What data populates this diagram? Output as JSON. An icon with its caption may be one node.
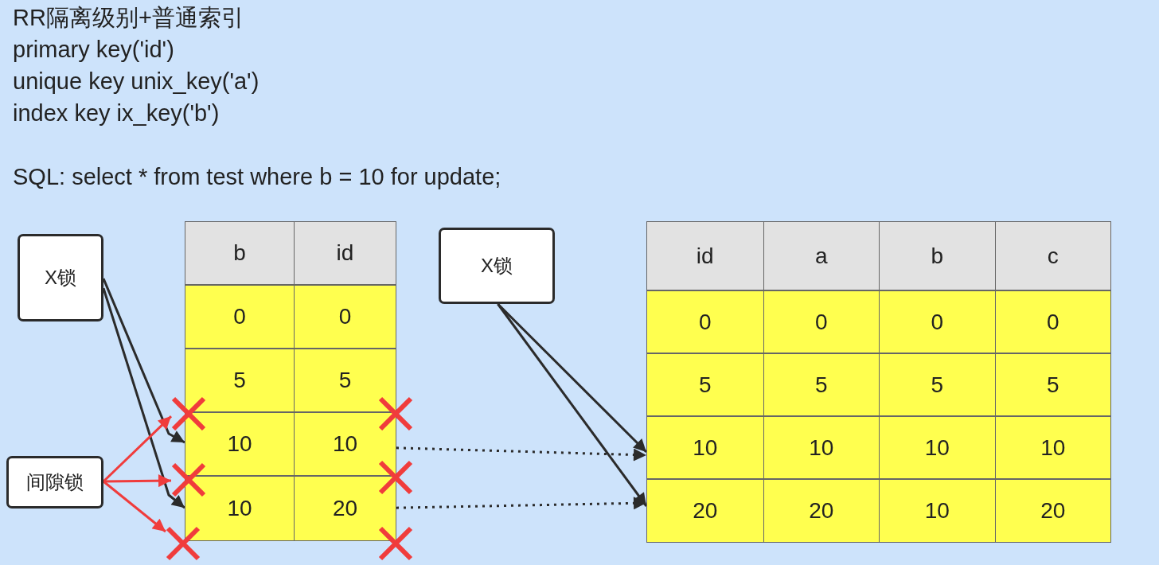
{
  "diagram": {
    "title": "RR隔离级别+普通索引",
    "nodes": [
      {
        "text": [
          "X锁"
        ]
      },
      {
        "text": [
          "间隙锁"
        ]
      },
      {
        "text": [
          "b",
          "id"
        ]
      },
      {
        "text": [
          "0",
          "0"
        ]
      },
      {
        "text": [
          "5",
          "5"
        ]
      },
      {
        "text": [
          "10",
          "10"
        ]
      },
      {
        "text": [
          "10",
          "20"
        ]
      },
      {
        "text": [
          "X锁"
        ]
      },
      {
        "text": [
          "id",
          "a",
          "b",
          "c"
        ]
      },
      {
        "text": [
          "0",
          "0",
          "0",
          "0"
        ]
      },
      {
        "text": [
          "5",
          "5",
          "5",
          "5"
        ]
      },
      {
        "text": [
          "10",
          "10",
          "10",
          "10"
        ]
      },
      {
        "text": [
          "20",
          "20",
          "10",
          "20"
        ]
      },
      {
        "text": [],
        "shape": "cross"
      },
      {
        "text": [],
        "shape": "cross"
      },
      {
        "text": [],
        "shape": "cross"
      },
      {
        "text": [],
        "shape": "cross"
      },
      {
        "text": [],
        "shape": "cross"
      },
      {
        "text": [],
        "shape": "cross"
      }
    ],
    "edges": [
      {
        "from": 0,
        "to": 5,
        "arrow": "to"
      },
      {
        "from": 0,
        "to": 6,
        "arrow": "to"
      },
      {
        "from": 1,
        "to": 13,
        "arrow": "to",
        "color": "#f03c3c"
      },
      {
        "from": 1,
        "to": 14,
        "arrow": "to",
        "color": "#f03c3c"
      },
      {
        "from": 1,
        "to": 15,
        "arrow": "to",
        "color": "#f03c3c"
      },
      {
        "from": 5,
        "to": 11,
        "arrow": "to",
        "style": "dashed"
      },
      {
        "from": 6,
        "to": 12,
        "arrow": "to",
        "style": "dashed"
      },
      {
        "from": 7,
        "to": 11,
        "arrow": "to"
      },
      {
        "from": 7,
        "to": 12,
        "arrow": "to"
      }
    ],
    "labels": [
      "primary key('id')",
      "unique key unix_key('a')",
      "index key ix_key('b')",
      "SQL: select * from test where b = 10 for update;"
    ]
  }
}
